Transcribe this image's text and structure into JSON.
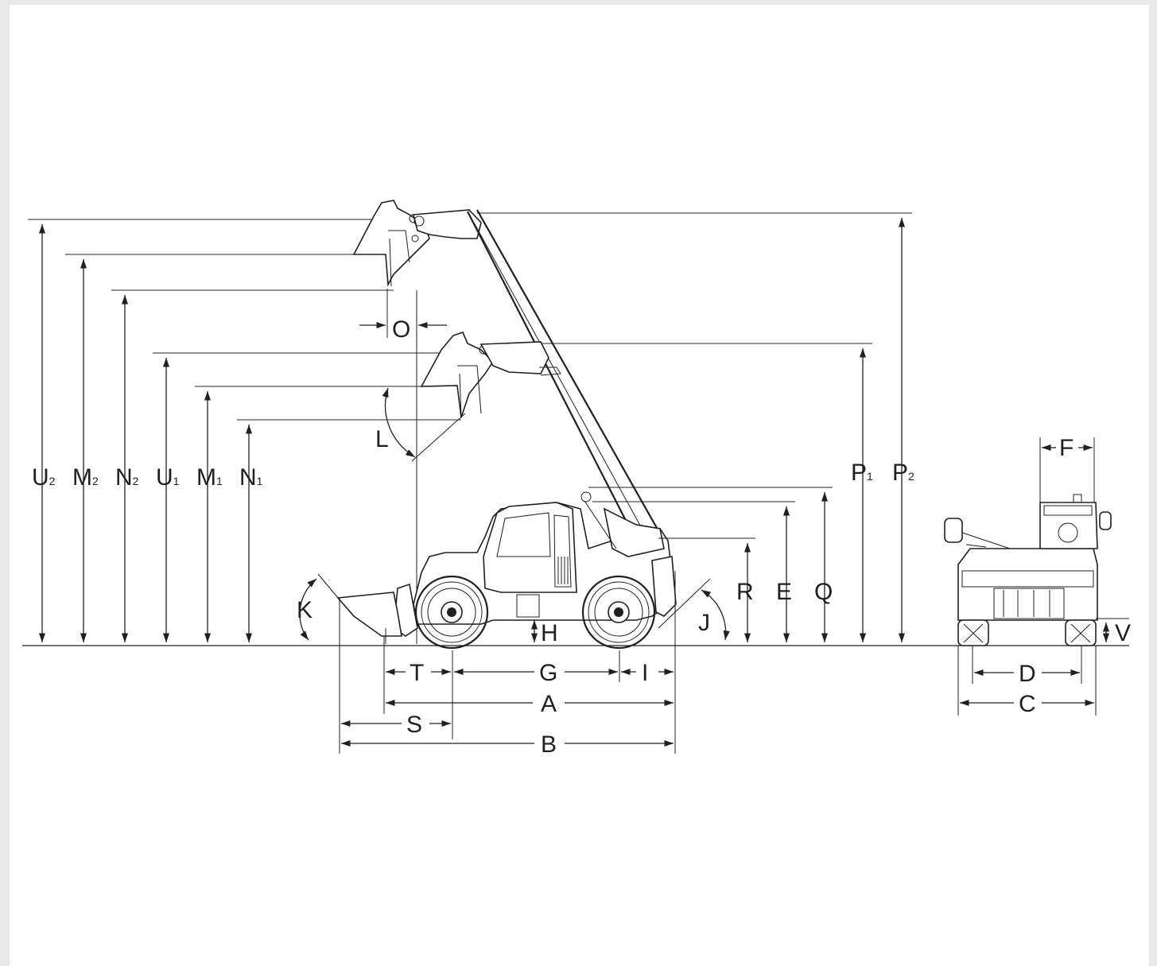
{
  "diagram": {
    "heights": [
      {
        "name": "U",
        "sub": "2"
      },
      {
        "name": "M",
        "sub": "2"
      },
      {
        "name": "N",
        "sub": "2"
      },
      {
        "name": "U",
        "sub": "1"
      },
      {
        "name": "M",
        "sub": "1"
      },
      {
        "name": "N",
        "sub": "1"
      }
    ],
    "boom_heights": [
      {
        "name": "P",
        "sub": "1"
      },
      {
        "name": "P",
        "sub": "2"
      }
    ],
    "labels": {
      "O": "O",
      "L": "L",
      "K": "K",
      "J": "J",
      "R": "R",
      "E": "E",
      "Q": "Q",
      "H": "H",
      "T": "T",
      "G": "G",
      "I": "I",
      "A": "A",
      "S": "S",
      "B": "B",
      "F": "F",
      "D": "D",
      "C": "C",
      "V": "V"
    },
    "colors": {
      "ink": "#231f20",
      "background": "#ffffff",
      "frame": "#e8e8e8"
    }
  }
}
